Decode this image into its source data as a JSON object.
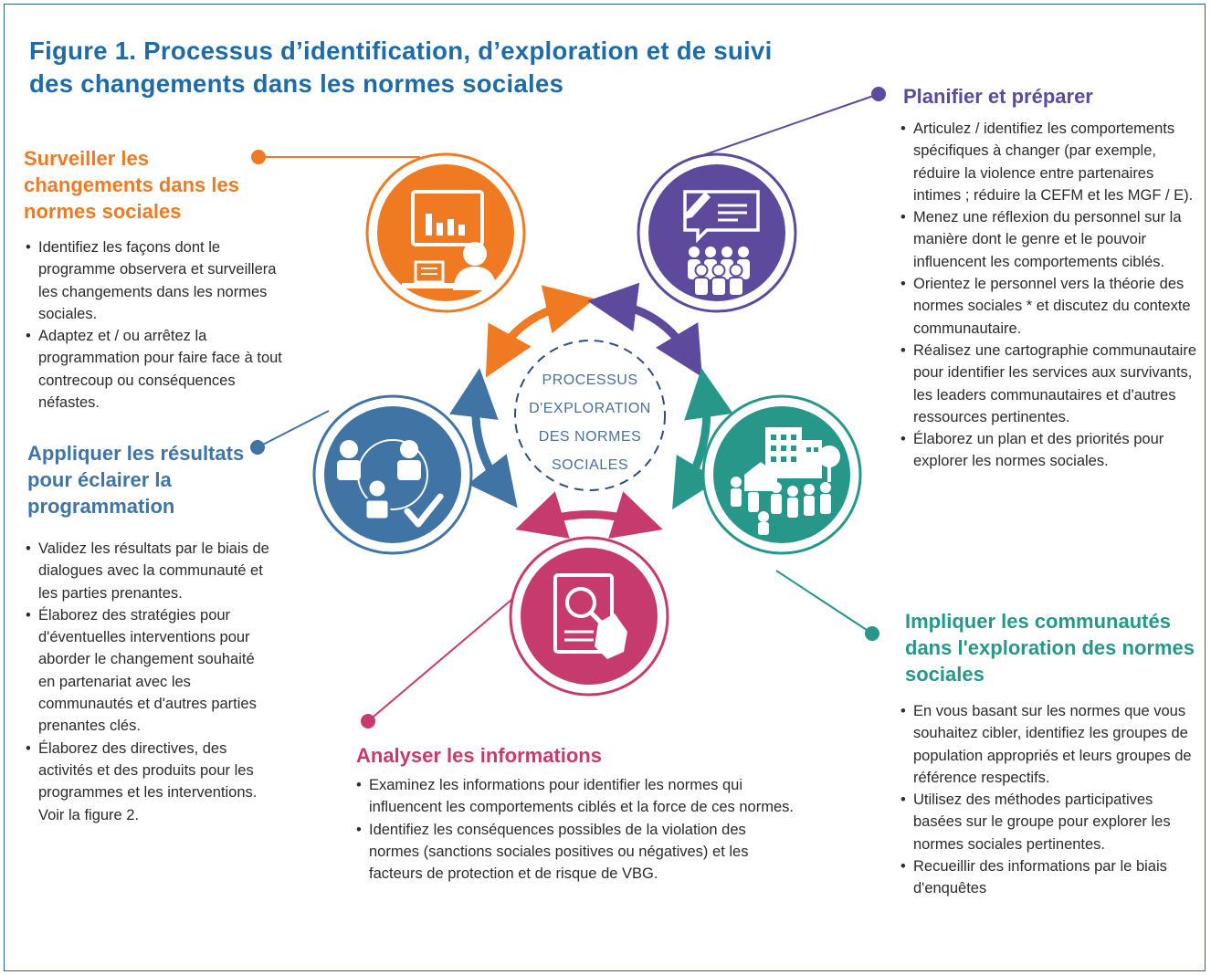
{
  "title": "Figure 1. Processus d’identification, d’exploration et de suivi des changements dans les normes sociales",
  "center": {
    "lines": [
      "PROCESSUS",
      "D'EXPLORATION",
      "DES NORMES",
      "SOCIALES"
    ]
  },
  "colors": {
    "orange": "#ef7a22",
    "purple": "#5d4a9c",
    "teal": "#27978a",
    "magenta": "#c73a6d",
    "blue": "#3f74a5",
    "title_blue": "#1f6ba8",
    "center_dash": "#2f4d7e"
  },
  "steps": {
    "surveiller": {
      "heading": "Surveiller les changements dans les normes sociales",
      "icon": "presentation-chart-icon",
      "bullets": [
        "Identifiez les façons dont le programme observera et surveillera les changements dans les normes sociales.",
        "Adaptez et / ou arrêtez la programmation pour faire face à tout contrecoup ou conséquences néfastes."
      ]
    },
    "planifier": {
      "heading": "Planifier et préparer",
      "icon": "group-discussion-icon",
      "bullets": [
        "Articulez / identifiez les comportements spécifiques à changer (par exemple, réduire la violence entre partenaires intimes ; réduire la CEFM et les MGF / E).",
        "Menez une réflexion du personnel sur la manière dont le genre et le pouvoir influencent les comportements ciblés.",
        "Orientez le personnel vers la théorie des normes sociales * et discutez du contexte communautaire.",
        "Réalisez une cartographie communautaire pour identifier les services aux survivants, les leaders communautaires et d'autres ressources pertinentes.",
        "Élaborez un plan et des priorités pour explorer les normes sociales."
      ]
    },
    "impliquer": {
      "heading": "Impliquer les communautés dans l'exploration des normes sociales",
      "icon": "community-icon",
      "bullets": [
        "En vous basant sur les normes que vous souhaitez cibler, identifiez les groupes de population appropriés et leurs groupes de référence respectifs.",
        "Utilisez des méthodes participatives basées sur le groupe pour explorer les normes sociales pertinentes.",
        "Recueillir des informations par le biais d'enquêtes"
      ]
    },
    "analyser": {
      "heading": "Analyser les informations",
      "icon": "document-magnifier-icon",
      "bullets": [
        "Examinez les informations pour identifier les normes qui influencent les comportements ciblés et la force de ces normes.",
        "Identifiez les conséquences possibles de la violation des normes (sanctions sociales positives ou négatives) et les facteurs de protection et de risque de VBG."
      ]
    },
    "appliquer": {
      "heading": "Appliquer les résultats pour éclairer la programmation",
      "icon": "team-checkmark-icon",
      "bullets": [
        "Validez les résultats par le biais de dialogues avec la communauté et les parties prenantes.",
        "Élaborez des stratégies pour d'éventuelles interventions pour aborder le changement souhaité en partenariat avec les communautés et d'autres parties prenantes clés.",
        "Élaborez des directives, des activités et des produits pour les programmes et les interventions. Voir la figure 2."
      ]
    }
  }
}
